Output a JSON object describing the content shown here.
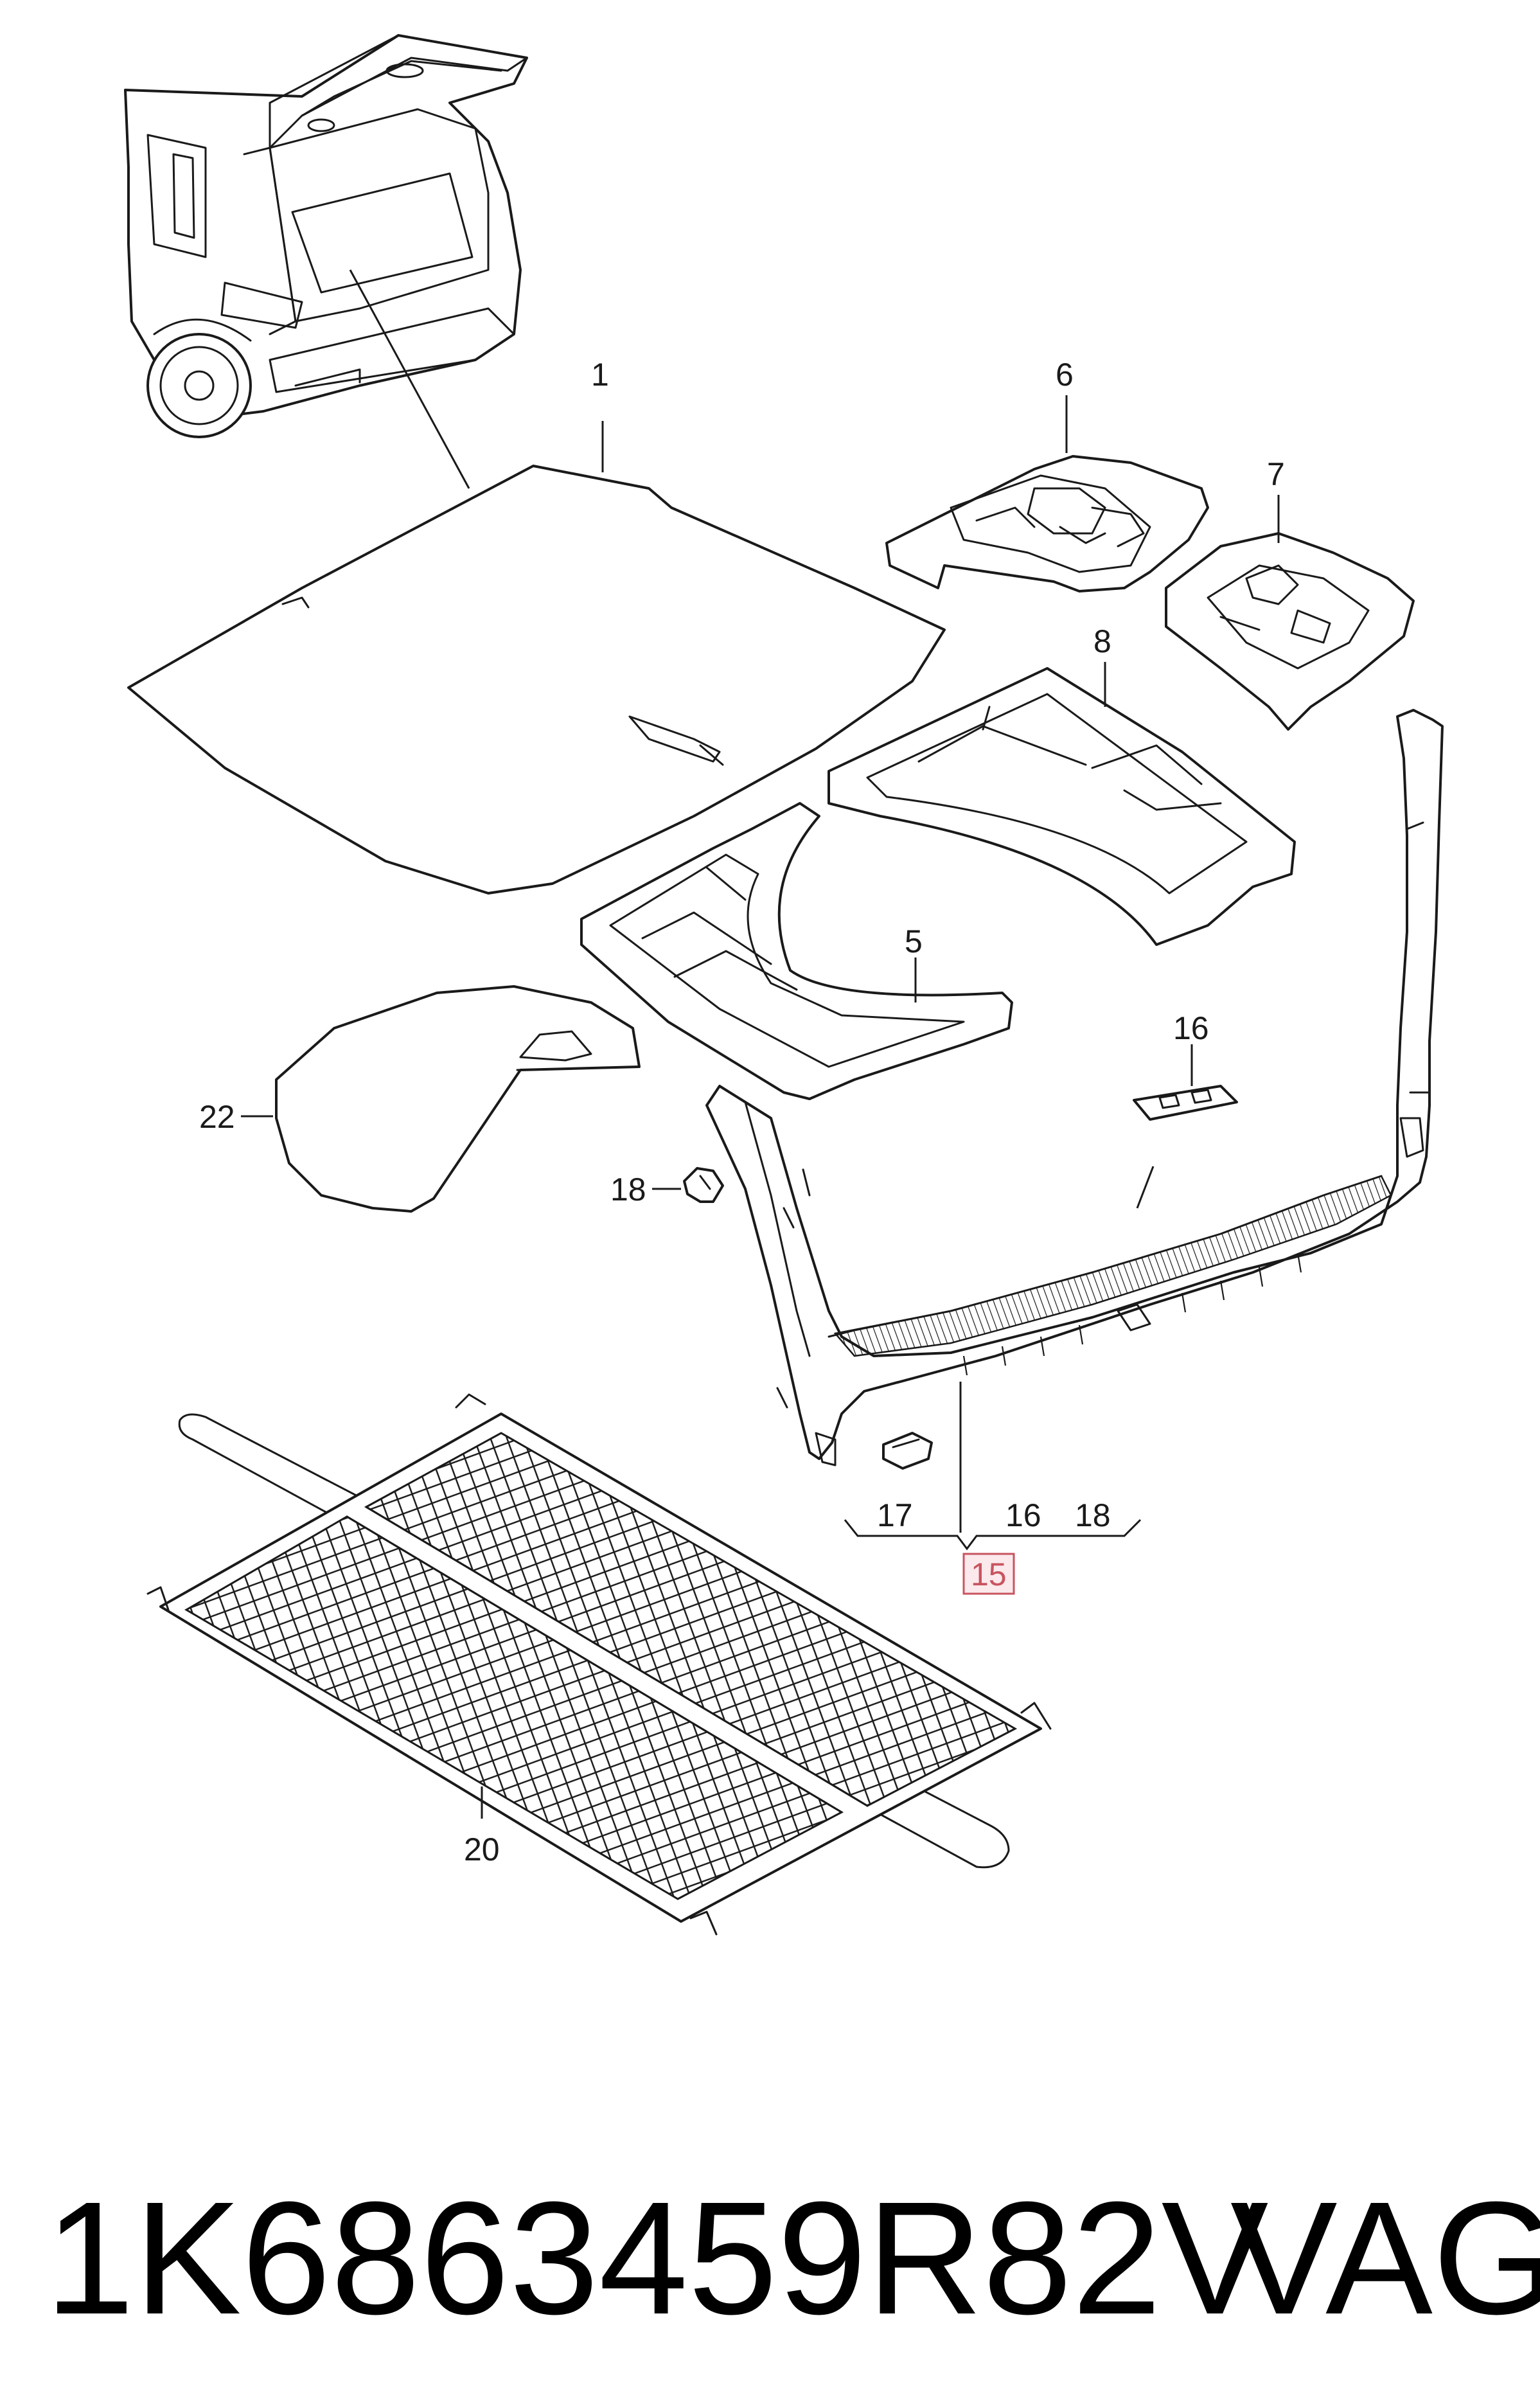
{
  "callouts": {
    "c1": "1",
    "c5": "5",
    "c6": "6",
    "c7": "7",
    "c8": "8",
    "c15": "15",
    "c16_top": "16",
    "c16_bottom": "16",
    "c17": "17",
    "c18_left": "18",
    "c18_bottom": "18",
    "c20": "20",
    "c22": "22"
  },
  "footer": {
    "part_number": "1K6863459R82V",
    "brand": "VAG"
  },
  "colors": {
    "line": "#1a1a1a",
    "highlight_border": "#c8545f",
    "highlight_fill": "#fbe9ec"
  }
}
